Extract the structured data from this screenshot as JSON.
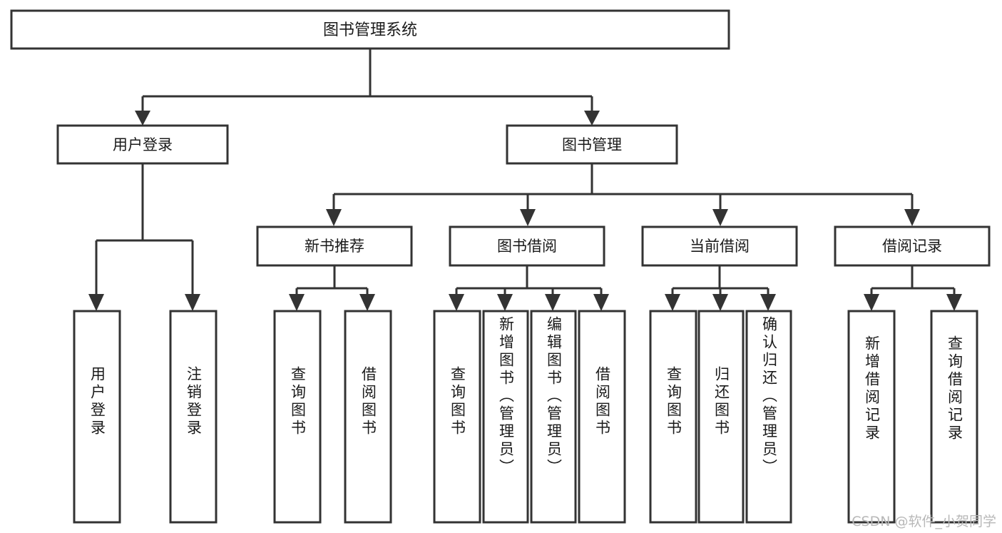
{
  "diagram": {
    "type": "tree",
    "title": "图书管理系统",
    "orientation": "top-down",
    "colors": {
      "box_fill": "#ffffff",
      "box_stroke": "#333333",
      "text": "#1a1a1a",
      "background": "#ffffff",
      "watermark": "#b8b8b8"
    },
    "levels": {
      "root": {
        "label": "图书管理系统"
      },
      "level2": [
        {
          "id": "user-login",
          "label": "用户登录"
        },
        {
          "id": "book-manage",
          "label": "图书管理"
        }
      ],
      "level3": [
        {
          "id": "new-book-rec",
          "label": "新书推荐",
          "parent": "book-manage"
        },
        {
          "id": "book-borrow",
          "label": "图书借阅",
          "parent": "book-manage"
        },
        {
          "id": "current-borrow",
          "label": "当前借阅",
          "parent": "book-manage"
        },
        {
          "id": "borrow-record",
          "label": "借阅记录",
          "parent": "book-manage"
        }
      ],
      "leaves": [
        {
          "id": "leaf-user-login",
          "label": "用户登录",
          "parent": "user-login"
        },
        {
          "id": "leaf-logout",
          "label": "注销登录",
          "parent": "user-login"
        },
        {
          "id": "leaf-query-book-1",
          "label": "查询图书",
          "parent": "new-book-rec"
        },
        {
          "id": "leaf-borrow-book-1",
          "label": "借阅图书",
          "parent": "new-book-rec"
        },
        {
          "id": "leaf-query-book-2",
          "label": "查询图书",
          "parent": "book-borrow"
        },
        {
          "id": "leaf-add-book",
          "label": "新增图书（管理员）",
          "parent": "book-borrow"
        },
        {
          "id": "leaf-edit-book",
          "label": "编辑图书（管理员）",
          "parent": "book-borrow"
        },
        {
          "id": "leaf-borrow-book-2",
          "label": "借阅图书",
          "parent": "book-borrow"
        },
        {
          "id": "leaf-query-book-3",
          "label": "查询图书",
          "parent": "current-borrow"
        },
        {
          "id": "leaf-return-book",
          "label": "归还图书",
          "parent": "current-borrow"
        },
        {
          "id": "leaf-confirm-return",
          "label": "确认归还（管理员）",
          "parent": "current-borrow"
        },
        {
          "id": "leaf-add-record",
          "label": "新增借阅记录",
          "parent": "borrow-record"
        },
        {
          "id": "leaf-query-record",
          "label": "查询借阅记录",
          "parent": "borrow-record"
        }
      ]
    },
    "watermark": "CSDN @软件_小贺同学"
  }
}
